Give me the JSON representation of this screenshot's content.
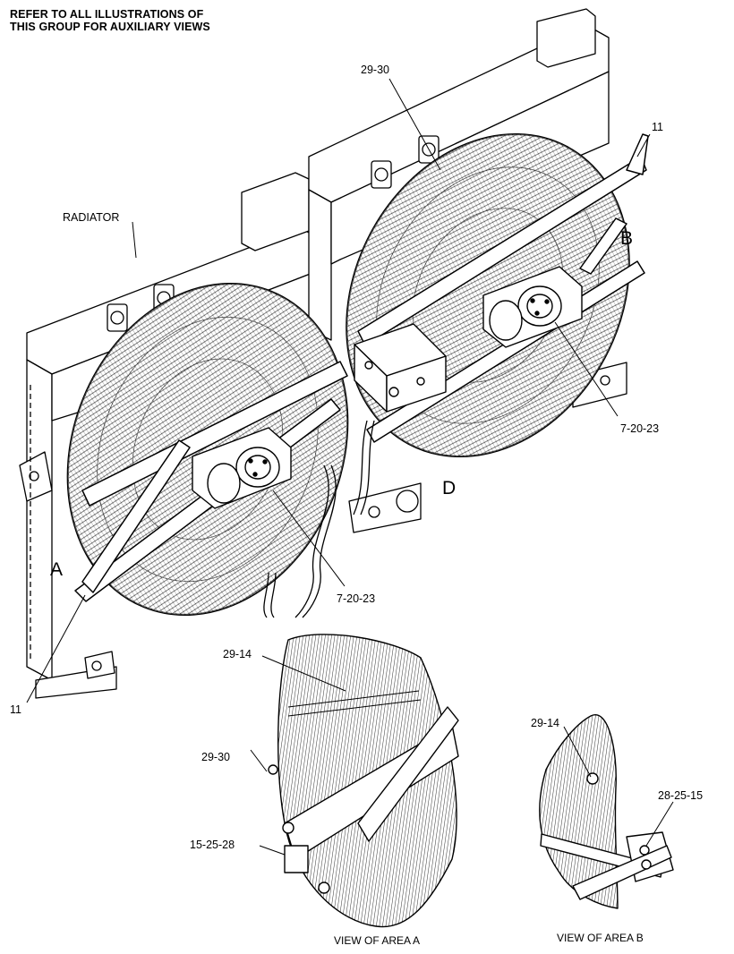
{
  "note": {
    "line1": "REFER TO ALL ILLUSTRATIONS OF",
    "line2": "THIS GROUP FOR AUXILIARY VIEWS"
  },
  "callouts": {
    "radiator": "RADIATOR",
    "part_29_30_top": "29-30",
    "part_11_right": "11",
    "part_11_left": "11",
    "part_7_20_23_right": "7-20-23",
    "part_7_20_23_center": "7-20-23",
    "part_29_14_a": "29-14",
    "part_29_30_a": "29-30",
    "part_15_25_28": "15-25-28",
    "part_29_14_b": "29-14",
    "part_28_25_15": "28-25-15"
  },
  "area_letters": {
    "a": "A",
    "b": "B",
    "d": "D"
  },
  "view_titles": {
    "view_a": "VIEW OF AREA  A",
    "view_b": "VIEW OF AREA  B"
  }
}
